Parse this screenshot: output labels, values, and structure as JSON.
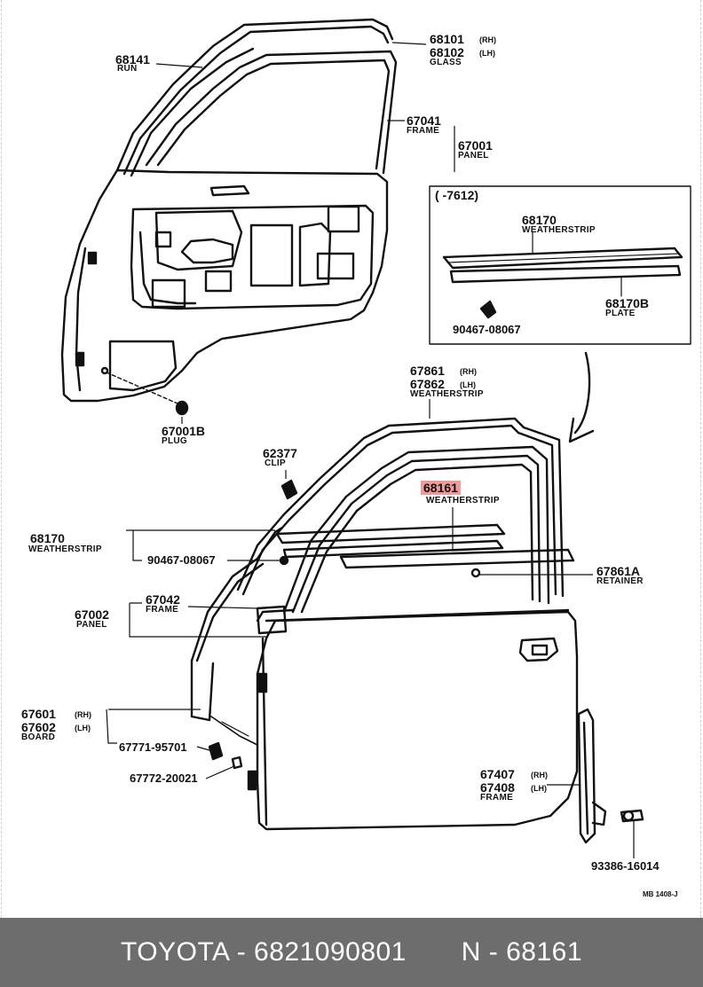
{
  "parts": {
    "p68141": {
      "num": "68141",
      "name": "RUN"
    },
    "p68101": {
      "num": "68101",
      "side": "(RH)"
    },
    "p68102": {
      "num": "68102",
      "side": "(LH)",
      "name": "GLASS"
    },
    "p67041": {
      "num": "67041",
      "name": "FRAME"
    },
    "p67001": {
      "num": "67001",
      "name": "PANEL"
    },
    "p67001b": {
      "num": "67001B",
      "name": "PLUG"
    },
    "inset_title": "(        -7612)",
    "p68170_inset": {
      "num": "68170",
      "name": "WEATHERSTRIP"
    },
    "p68170b": {
      "num": "68170B",
      "name": "PLATE"
    },
    "p90467_inset": {
      "num": "90467-08067"
    },
    "p67861": {
      "num": "67861",
      "side": "(RH)"
    },
    "p67862": {
      "num": "67862",
      "side": "(LH)",
      "name": "WEATHERSTRIP"
    },
    "p62377": {
      "num": "62377",
      "name": "CLIP"
    },
    "p68161": {
      "num": "68161",
      "name": "WEATHERSTRIP"
    },
    "p68170": {
      "num": "68170",
      "name": "WEATHERSTRIP"
    },
    "p90467": {
      "num": "90467-08067"
    },
    "p67861a": {
      "num": "67861A",
      "name": "RETAINER"
    },
    "p67042": {
      "num": "67042",
      "name": "FRAME"
    },
    "p67002": {
      "num": "67002",
      "name": "PANEL"
    },
    "p67601": {
      "num": "67601",
      "side": "(RH)"
    },
    "p67602": {
      "num": "67602",
      "side": "(LH)",
      "name": "BOARD"
    },
    "p67771": {
      "num": "67771-95701"
    },
    "p67772": {
      "num": "67772-20021"
    },
    "p67407": {
      "num": "67407",
      "side": "(RH)"
    },
    "p67408": {
      "num": "67408",
      "side": "(LH)",
      "name": "FRAME"
    },
    "p93386": {
      "num": "93386-16014"
    },
    "drawing_code": "MB 1408-J"
  },
  "footer": {
    "text": "TOYOTA - 6821090801       N - 68161"
  },
  "colors": {
    "highlight": "#f09a9a",
    "footer_bg": "#6d6d6d",
    "footer_text": "#ffffff"
  }
}
